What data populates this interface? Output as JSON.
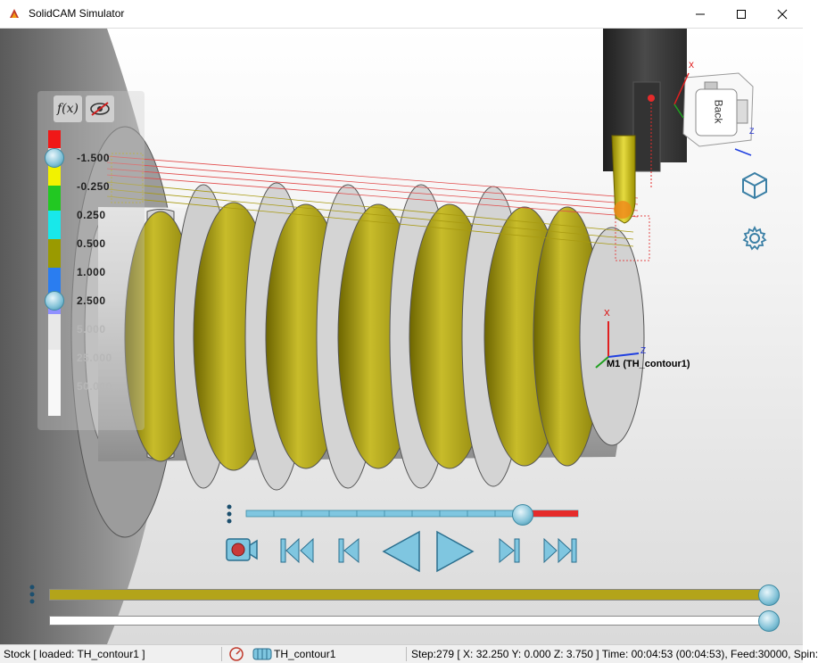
{
  "window": {
    "title": "SolidCAM Simulator"
  },
  "legend": {
    "labels": [
      {
        "text": "-1.500",
        "color": "#ff2a2a",
        "dim": false
      },
      {
        "text": "-0.250",
        "color": "#f2f200",
        "dim": false
      },
      {
        "text": "0.250",
        "color": "#22c822",
        "dim": false
      },
      {
        "text": "0.500",
        "color": "#18e8ea",
        "dim": false
      },
      {
        "text": "1.000",
        "color": "#9a9a00",
        "dim": false
      },
      {
        "text": "2.500",
        "color": "#2a7df0",
        "dim": false
      },
      {
        "text": "5.000",
        "color": "#9090ff",
        "dim": true
      },
      {
        "text": "25.000",
        "color": "#e6e6e6",
        "dim": true
      },
      {
        "text": "50.000",
        "color": "#f5f5f5",
        "dim": true
      }
    ]
  },
  "viewcube": {
    "face_label": "Back",
    "axis_x": "X",
    "axis_z": "Z"
  },
  "coordinate_system": {
    "label": "M1 (TH_contour1)",
    "axis_x": "X",
    "axis_z": "Z"
  },
  "playback": {
    "speed_fraction": 0.83,
    "progress_fraction": 1.0,
    "second_fraction": 1.0
  },
  "status": {
    "stock": "Stock [ loaded:  TH_contour1 ]",
    "operation": "TH_contour1",
    "position": "Step:279 [ X: 32.250 Y: 0.000 Z: 3.750 ] Time: 00:04:53 (00:04:53), Feed:30000, Spin:"
  },
  "colors": {
    "accent": "#8ccfe0",
    "stock_yellow": "#b8ab16",
    "machined_gray": "#c8c8c8"
  }
}
